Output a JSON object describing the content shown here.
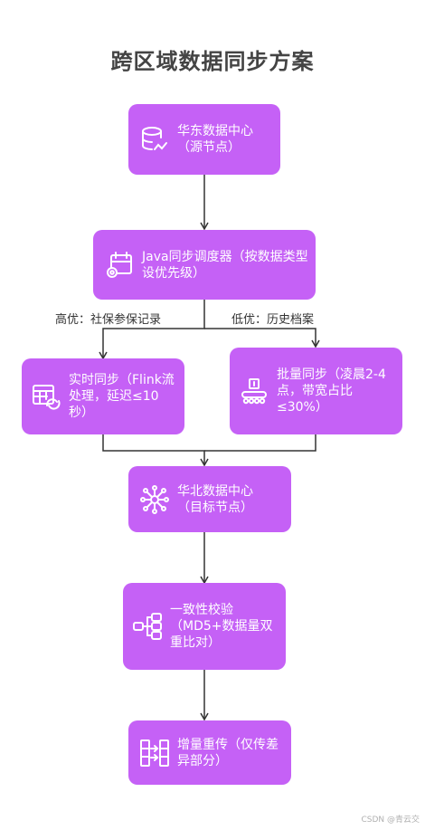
{
  "title": "跨区域数据同步方案",
  "colors": {
    "node_fill": "#c561f6",
    "edge": "#333333",
    "text_on_node": "#ffffff"
  },
  "nodes": {
    "source": {
      "label": "华东数据中心（源节点）",
      "icon": "database-icon"
    },
    "scheduler": {
      "label": "Java同步调度器（按数据类型设优先级）",
      "icon": "calendar-gear-icon"
    },
    "realtime": {
      "label": "实时同步（Flink流处理，延迟≤10秒）",
      "icon": "table-sync-icon"
    },
    "batch": {
      "label": "批量同步（凌晨2-4点，带宽占比≤30%）",
      "icon": "conveyor-icon"
    },
    "target": {
      "label": "华北数据中心（目标节点）",
      "icon": "network-hub-icon"
    },
    "verify": {
      "label": "一致性校验（MD5+数据量双重比对）",
      "icon": "hierarchy-icon"
    },
    "retransmit": {
      "label": "增量重传（仅传差异部分）",
      "icon": "transfer-icon"
    }
  },
  "edges": {
    "high_priority_label": "高优：社保参保记录",
    "low_priority_label": "低优：历史档案"
  },
  "footer": "CSDN @青云交"
}
